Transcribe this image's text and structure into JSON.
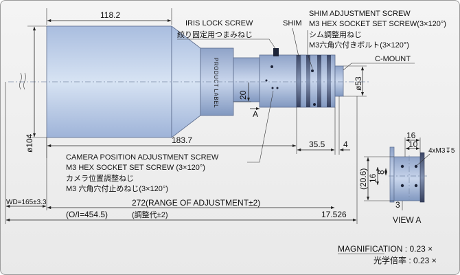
{
  "labels": {
    "len_total_w": "118.2",
    "len_183": "183.7",
    "d104": "ø104",
    "d53": "ø53",
    "dim20": "20",
    "iris1": "IRIS LOCK SCREW",
    "iris2": "絞り固定用つまみねじ",
    "shim": "SHIM",
    "shimadj1": "SHIM ADJUSTMENT SCREW",
    "shimadj2": "M3 HEX SOCKET SET SCREW(3×120°)",
    "shimadj3": "シム調整用ねじ",
    "shimadj4": "M3六角穴付きボルト(3×120°)",
    "cmount": "C-MOUNT",
    "product": "PRODUCT LABEL",
    "arrowA": "A",
    "d35": "35.5",
    "d4": "4",
    "cam1": "CAMERA POSITION ADJUSTMENT SCREW",
    "cam2": "M3 HEX SOCKET SET SCREW (3×120°)",
    "cam3": "カメラ位置調整ねじ",
    "cam4": "M3 六角穴付止めねじ(3×120°)",
    "wd": "WD=165±3.3",
    "range": "272(RANGE OF ADJUSTMENT±2)",
    "oi": "(O/I=454.5)",
    "range_jp": "(調整代±2)",
    "d17": "17.526",
    "d16": "16",
    "d10": "10",
    "m3": "4xM3↧5",
    "d206": "(20.6)",
    "d8": "8",
    "d16v": "16",
    "d3": "3",
    "viewa": "VIEW A",
    "mag": "MAGNIFICATION : 0.23 ×",
    "mag_jp": "光学倍率 : 0.23 ×"
  }
}
